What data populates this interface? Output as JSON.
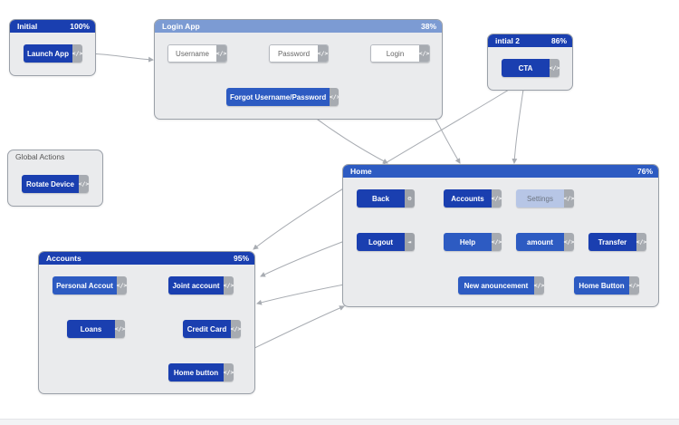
{
  "groups": {
    "initial": {
      "title": "Initial",
      "percent": "100%"
    },
    "login": {
      "title": "Login App",
      "percent": "38%"
    },
    "initial2": {
      "title": "intial 2",
      "percent": "86%"
    },
    "global": {
      "title": "Global Actions"
    },
    "home": {
      "title": "Home",
      "percent": "76%"
    },
    "accounts": {
      "title": "Accounts",
      "percent": "95%"
    }
  },
  "nodes": {
    "launch_app": "Launch App",
    "username": "Username",
    "password": "Password",
    "login": "Login",
    "forgot": "Forgot Username/Password",
    "cta": "CTA",
    "rotate_device": "Rotate Device",
    "back": "Back",
    "accounts": "Accounts",
    "settings": "Settings",
    "logout": "Logout",
    "help": "Help",
    "amount": "amount",
    "transfer": "Transfer",
    "new_announcement": "New anouncement",
    "home_button": "Home Button",
    "personal_account": "Personal Accout",
    "joint_account": "Joint account",
    "loans": "Loans",
    "credit_card": "Credit Card",
    "home_button_small": "Home button"
  },
  "icons": {
    "code": "code-icon",
    "back_action": "circle-minus-icon",
    "logout_action": "exit-icon"
  },
  "colors": {
    "primary": "#1a3fb0",
    "secondary": "#2d5bc2",
    "header_light": "#7c9bd3",
    "panel": "#eaebed",
    "edge": "#a8acb2"
  }
}
